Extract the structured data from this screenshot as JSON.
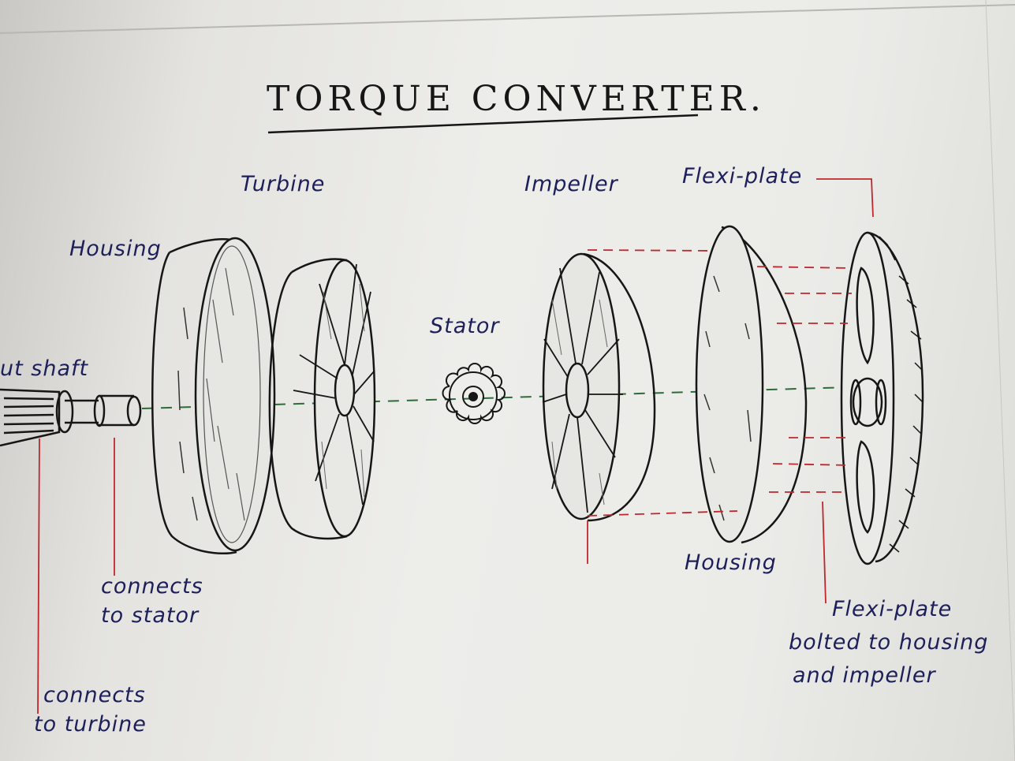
{
  "title": "TORQUE CONVERTER.",
  "labels": {
    "housing_left": "Housing",
    "turbine": "Turbine",
    "impeller": "Impeller",
    "flexi_plate_top": "Flexi-plate",
    "stator": "Stator",
    "input_shaft": "ut shaft",
    "housing_right": "Housing",
    "connects_stator_1": "connects",
    "connects_stator_2": "to stator",
    "connects_turbine_1": "connects",
    "connects_turbine_2": "to turbine",
    "flexi_note_1": "Flexi-plate",
    "flexi_note_2": "bolted to housing",
    "flexi_note_3": "and impeller"
  },
  "colors": {
    "ink": "#161616",
    "blue_ink": "#1c1f5a",
    "red_line": "#c0272d",
    "green_axis": "#2e6b3a",
    "paper": "#ebebe8"
  }
}
